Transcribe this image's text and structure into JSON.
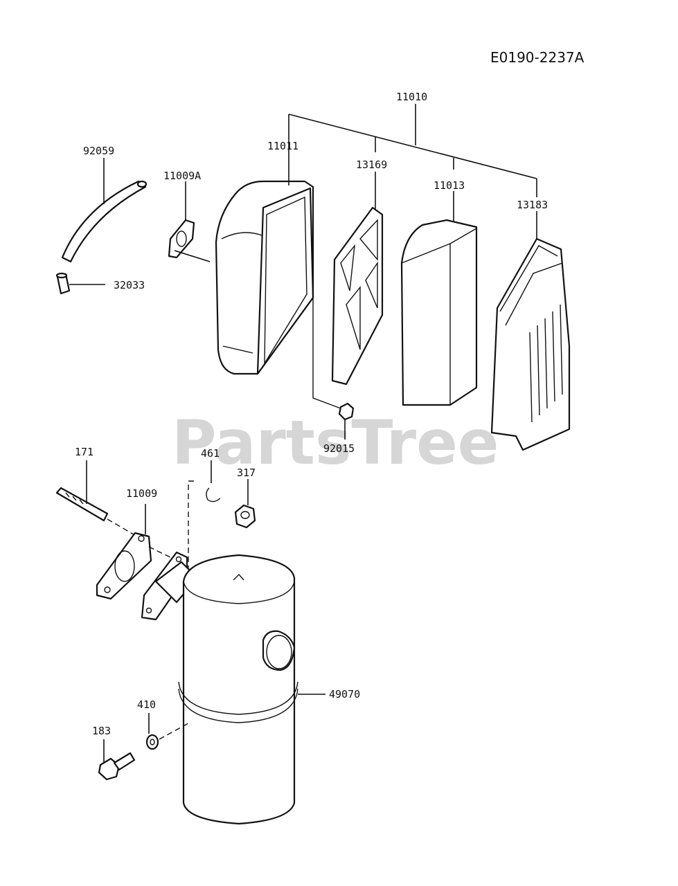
{
  "diagram": {
    "code": "E0190-2237A",
    "watermark": "PartsTree",
    "colors": {
      "line": "#111111",
      "watermark": "#cfcfcf",
      "background": "#ffffff"
    },
    "labels": {
      "p11010": "11010",
      "p11011": "11011",
      "p13169": "13169",
      "p11013": "11013",
      "p13183": "13183",
      "p92059": "92059",
      "p11009A": "11009A",
      "p32033": "32033",
      "p92015": "92015",
      "p171": "171",
      "p461": "461",
      "p317": "317",
      "p11009": "11009",
      "p49070": "49070",
      "p410": "410",
      "p183": "183"
    }
  }
}
